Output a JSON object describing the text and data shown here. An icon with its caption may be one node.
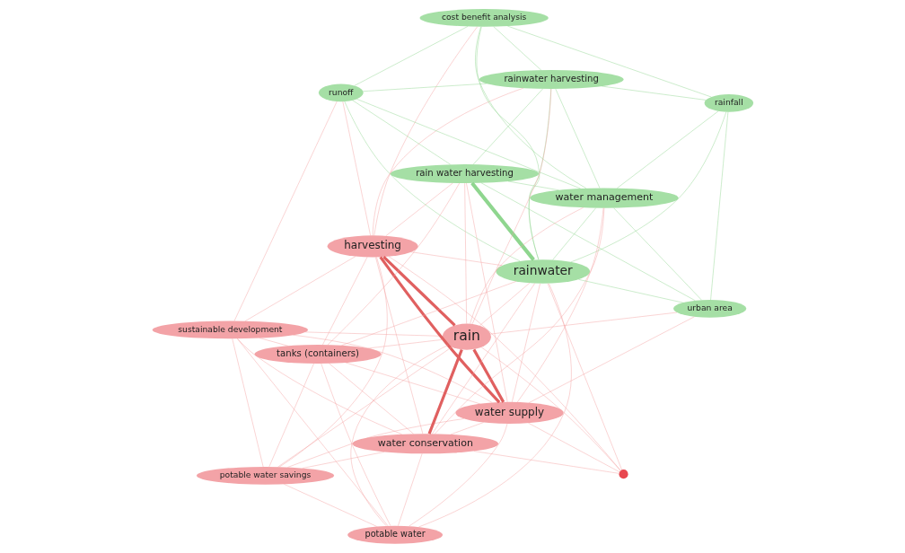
{
  "diagram": {
    "nodes": [
      {
        "text": [
          "sustainable development"
        ]
      },
      {
        "text": [
          "harvesting"
        ]
      },
      {
        "text": [
          "runoff"
        ]
      },
      {
        "text": [
          "cost benefit analysis"
        ]
      },
      {
        "text": [
          "tanks (containers)"
        ]
      },
      {
        "text": [
          "rain water harvesting"
        ]
      },
      {
        "text": [
          "potable water savings"
        ]
      },
      {
        "text": [
          "rainwater harvesting"
        ]
      },
      {
        "text": [
          "rain"
        ]
      },
      {
        "text": [
          "water management"
        ]
      },
      {
        "text": [
          "water conservation"
        ]
      },
      {
        "text": [
          "rainwater"
        ]
      },
      {
        "text": [
          "potable water"
        ]
      },
      {
        "text": [],
        "shape": "circle"
      },
      {
        "text": [
          "rainfall"
        ]
      },
      {
        "text": [
          "water supply"
        ]
      },
      {
        "text": [
          "urban area"
        ]
      }
    ],
    "edges": [
      {
        "from": 0,
        "to": 1,
        "arrow": "none"
      },
      {
        "from": 0,
        "to": 4,
        "arrow": "none"
      },
      {
        "from": 0,
        "to": 6,
        "arrow": "none"
      },
      {
        "from": 0,
        "to": 8,
        "arrow": "none"
      },
      {
        "from": 0,
        "to": 10,
        "arrow": "none"
      },
      {
        "from": 0,
        "to": 15,
        "arrow": "none"
      },
      {
        "from": 0,
        "to": 12,
        "arrow": "none"
      },
      {
        "from": 0,
        "to": 2,
        "arrow": "none"
      },
      {
        "from": 1,
        "to": 4,
        "arrow": "none"
      },
      {
        "from": 1,
        "to": 8,
        "arrow": "none",
        "style": "thick"
      },
      {
        "from": 1,
        "to": 10,
        "arrow": "none"
      },
      {
        "from": 1,
        "to": 15,
        "arrow": "none",
        "style": "thick"
      },
      {
        "from": 1,
        "to": 13,
        "arrow": "none"
      },
      {
        "from": 1,
        "to": 6,
        "arrow": "none"
      },
      {
        "from": 1,
        "to": 2,
        "arrow": "none"
      },
      {
        "from": 1,
        "to": 3,
        "arrow": "none"
      },
      {
        "from": 1,
        "to": 5,
        "arrow": "none"
      },
      {
        "from": 1,
        "to": 7,
        "arrow": "none"
      },
      {
        "from": 1,
        "to": 11,
        "arrow": "none"
      },
      {
        "from": 4,
        "to": 8,
        "arrow": "none"
      },
      {
        "from": 4,
        "to": 10,
        "arrow": "none"
      },
      {
        "from": 4,
        "to": 15,
        "arrow": "none"
      },
      {
        "from": 4,
        "to": 12,
        "arrow": "none"
      },
      {
        "from": 4,
        "to": 6,
        "arrow": "none"
      },
      {
        "from": 4,
        "to": 5,
        "arrow": "none"
      },
      {
        "from": 4,
        "to": 11,
        "arrow": "none"
      },
      {
        "from": 6,
        "to": 10,
        "arrow": "none"
      },
      {
        "from": 6,
        "to": 12,
        "arrow": "none"
      },
      {
        "from": 6,
        "to": 15,
        "arrow": "none"
      },
      {
        "from": 6,
        "to": 8,
        "arrow": "none"
      },
      {
        "from": 8,
        "to": 10,
        "arrow": "none",
        "style": "thick"
      },
      {
        "from": 8,
        "to": 15,
        "arrow": "none",
        "style": "thick"
      },
      {
        "from": 8,
        "to": 12,
        "arrow": "none"
      },
      {
        "from": 8,
        "to": 13,
        "arrow": "none"
      },
      {
        "from": 8,
        "to": 5,
        "arrow": "none"
      },
      {
        "from": 8,
        "to": 7,
        "arrow": "none"
      },
      {
        "from": 8,
        "to": 9,
        "arrow": "none"
      },
      {
        "from": 8,
        "to": 11,
        "arrow": "none"
      },
      {
        "from": 8,
        "to": 16,
        "arrow": "none"
      },
      {
        "from": 10,
        "to": 12,
        "arrow": "none"
      },
      {
        "from": 10,
        "to": 15,
        "arrow": "none"
      },
      {
        "from": 10,
        "to": 13,
        "arrow": "none"
      },
      {
        "from": 10,
        "to": 11,
        "arrow": "none"
      },
      {
        "from": 10,
        "to": 9,
        "arrow": "none"
      },
      {
        "from": 12,
        "to": 15,
        "arrow": "none"
      },
      {
        "from": 12,
        "to": 11,
        "arrow": "none"
      },
      {
        "from": 13,
        "to": 15,
        "arrow": "none"
      },
      {
        "from": 13,
        "to": 11,
        "arrow": "none"
      },
      {
        "from": 15,
        "to": 11,
        "arrow": "none"
      },
      {
        "from": 15,
        "to": 9,
        "arrow": "none"
      },
      {
        "from": 15,
        "to": 5,
        "arrow": "none"
      },
      {
        "from": 15,
        "to": 16,
        "arrow": "none"
      },
      {
        "from": 2,
        "to": 3,
        "arrow": "none",
        "color": "#8fd68f"
      },
      {
        "from": 2,
        "to": 5,
        "arrow": "none",
        "color": "#8fd68f"
      },
      {
        "from": 2,
        "to": 7,
        "arrow": "none",
        "color": "#8fd68f"
      },
      {
        "from": 2,
        "to": 9,
        "arrow": "none",
        "color": "#8fd68f"
      },
      {
        "from": 2,
        "to": 11,
        "arrow": "none",
        "color": "#8fd68f"
      },
      {
        "from": 3,
        "to": 7,
        "arrow": "none",
        "color": "#8fd68f"
      },
      {
        "from": 3,
        "to": 9,
        "arrow": "none",
        "color": "#8fd68f"
      },
      {
        "from": 3,
        "to": 11,
        "arrow": "none",
        "color": "#8fd68f"
      },
      {
        "from": 3,
        "to": 14,
        "arrow": "none",
        "color": "#8fd68f"
      },
      {
        "from": 5,
        "to": 7,
        "arrow": "none",
        "color": "#8fd68f"
      },
      {
        "from": 5,
        "to": 11,
        "arrow": "none",
        "color": "#8fd68f",
        "style": "thick"
      },
      {
        "from": 5,
        "to": 9,
        "arrow": "none",
        "color": "#8fd68f"
      },
      {
        "from": 5,
        "to": 16,
        "arrow": "none",
        "color": "#8fd68f"
      },
      {
        "from": 7,
        "to": 9,
        "arrow": "none",
        "color": "#8fd68f"
      },
      {
        "from": 7,
        "to": 11,
        "arrow": "none",
        "color": "#8fd68f"
      },
      {
        "from": 7,
        "to": 14,
        "arrow": "none",
        "color": "#8fd68f"
      },
      {
        "from": 9,
        "to": 11,
        "arrow": "none",
        "color": "#8fd68f"
      },
      {
        "from": 9,
        "to": 14,
        "arrow": "none",
        "color": "#8fd68f"
      },
      {
        "from": 9,
        "to": 16,
        "arrow": "none",
        "color": "#8fd68f"
      },
      {
        "from": 11,
        "to": 14,
        "arrow": "none",
        "color": "#8fd68f"
      },
      {
        "from": 11,
        "to": 16,
        "arrow": "none",
        "color": "#8fd68f"
      },
      {
        "from": 14,
        "to": 16,
        "arrow": "none",
        "color": "#8fd68f"
      }
    ]
  }
}
